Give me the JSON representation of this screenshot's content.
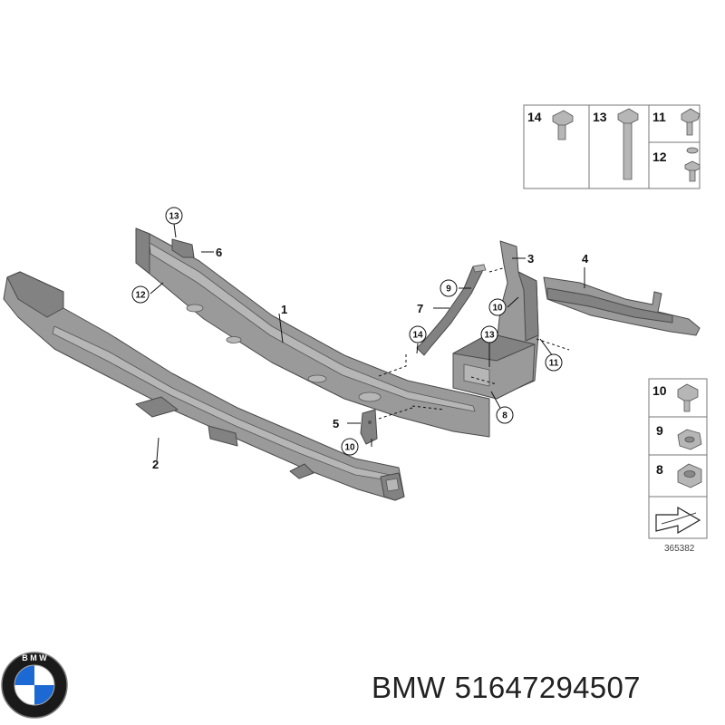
{
  "diagram": {
    "callouts": {
      "p1": "1",
      "p2": "2",
      "p3": "3",
      "p4": "4",
      "p5": "5",
      "p6": "6",
      "p7": "7",
      "c8": "8",
      "c9": "9",
      "c10a": "10",
      "c10b": "10",
      "c11": "11",
      "c12": "12",
      "c13a": "13",
      "c13b": "13",
      "c14": "14"
    },
    "hardware_top": {
      "b14": "14",
      "b13": "13",
      "b11": "11",
      "b12": "12"
    },
    "hardware_side": {
      "b10": "10",
      "b9": "9",
      "b8": "8"
    },
    "reference_number": "365382"
  },
  "caption": {
    "brand": "BMW",
    "part_number": "51647294507"
  },
  "colors": {
    "part_fill": "#9a9a9a",
    "outline": "#4a4a4a",
    "logo_blue": "#1c69d4"
  }
}
